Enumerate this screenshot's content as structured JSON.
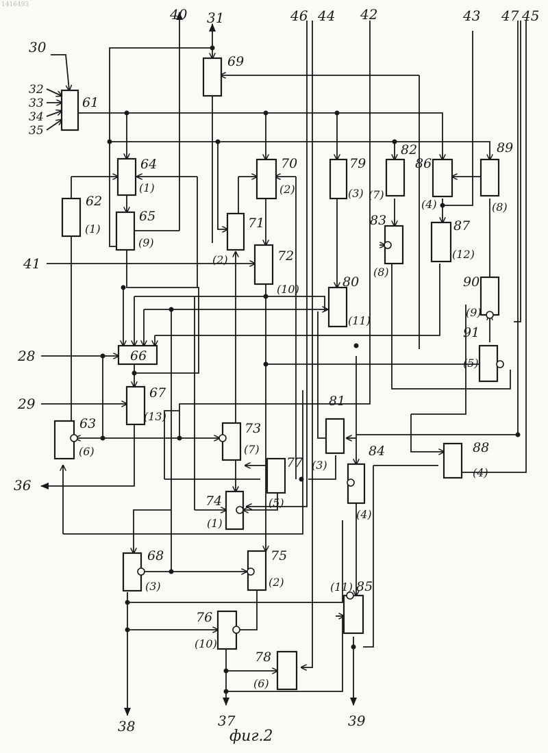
{
  "caption": "фиг.2",
  "corner_stamp": "1416493",
  "pins": [
    {
      "id": "p30",
      "text": "30"
    },
    {
      "id": "p32",
      "text": "32"
    },
    {
      "id": "p33",
      "text": "33"
    },
    {
      "id": "p34",
      "text": "34"
    },
    {
      "id": "p35",
      "text": "35"
    },
    {
      "id": "p41",
      "text": "41"
    },
    {
      "id": "p28",
      "text": "28"
    },
    {
      "id": "p29",
      "text": "29"
    },
    {
      "id": "p36",
      "text": "36"
    },
    {
      "id": "p40",
      "text": "40"
    },
    {
      "id": "p31",
      "text": "31"
    },
    {
      "id": "p46",
      "text": "46"
    },
    {
      "id": "p44",
      "text": "44"
    },
    {
      "id": "p42",
      "text": "42"
    },
    {
      "id": "p43",
      "text": "43"
    },
    {
      "id": "p47",
      "text": "47"
    },
    {
      "id": "p45",
      "text": "45"
    },
    {
      "id": "p38",
      "text": "38"
    },
    {
      "id": "p37",
      "text": "37"
    },
    {
      "id": "p39",
      "text": "39"
    }
  ],
  "blocks": [
    {
      "id": "b61",
      "label": "61",
      "count": ""
    },
    {
      "id": "b62",
      "label": "62",
      "count": "(1)"
    },
    {
      "id": "b63",
      "label": "63",
      "count": "(6)"
    },
    {
      "id": "b64",
      "label": "64",
      "count": "(1)"
    },
    {
      "id": "b65",
      "label": "65",
      "count": "(9)"
    },
    {
      "id": "b66",
      "label": "66",
      "count": ""
    },
    {
      "id": "b67",
      "label": "67",
      "count": "(13)"
    },
    {
      "id": "b68",
      "label": "68",
      "count": "(3)"
    },
    {
      "id": "b69",
      "label": "69",
      "count": ""
    },
    {
      "id": "b70",
      "label": "70",
      "count": "(2)"
    },
    {
      "id": "b71",
      "label": "71",
      "count": "(2)"
    },
    {
      "id": "b72",
      "label": "72",
      "count": "(10)"
    },
    {
      "id": "b73",
      "label": "73",
      "count": "(7)"
    },
    {
      "id": "b74",
      "label": "74",
      "count": "(1)"
    },
    {
      "id": "b75",
      "label": "75",
      "count": "(2)"
    },
    {
      "id": "b76",
      "label": "76",
      "count": "(10)"
    },
    {
      "id": "b77",
      "label": "77",
      "count": "(5)"
    },
    {
      "id": "b78",
      "label": "78",
      "count": "(6)"
    },
    {
      "id": "b79",
      "label": "79",
      "count": "(3)"
    },
    {
      "id": "b80",
      "label": "80",
      "count": "(11)"
    },
    {
      "id": "b81",
      "label": "81",
      "count": "(3)"
    },
    {
      "id": "b82",
      "label": "82",
      "count": "(7)"
    },
    {
      "id": "b83",
      "label": "83",
      "count": "(8)"
    },
    {
      "id": "b84",
      "label": "84",
      "count": "(4)"
    },
    {
      "id": "b85",
      "label": "85",
      "count": "(11)"
    },
    {
      "id": "b86",
      "label": "86",
      "count": "(4)"
    },
    {
      "id": "b87",
      "label": "87",
      "count": "(12)"
    },
    {
      "id": "b88",
      "label": "88",
      "count": "(4)"
    },
    {
      "id": "b89",
      "label": "89",
      "count": "(8)"
    },
    {
      "id": "b90",
      "label": "90",
      "count": "(9)"
    },
    {
      "id": "b91",
      "label": "91",
      "count": "(5)"
    }
  ]
}
